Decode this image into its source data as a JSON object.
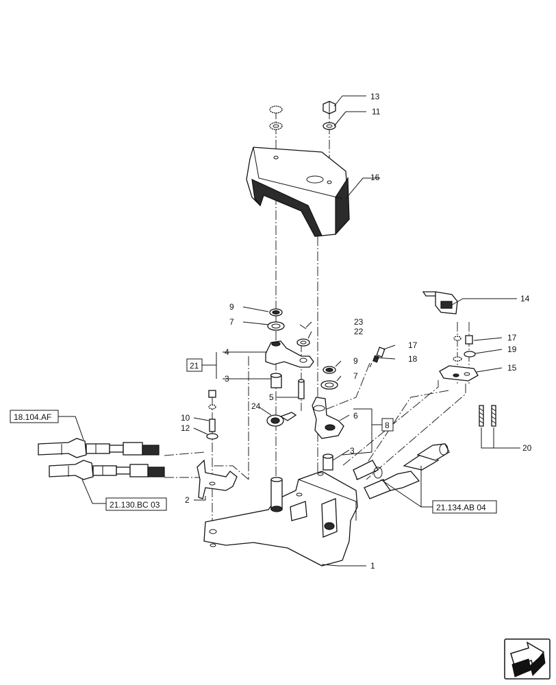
{
  "callouts": {
    "c1": "1",
    "c2": "2",
    "c3a": "3",
    "c3b": "3",
    "c4": "4",
    "c5": "5",
    "c6": "6",
    "c7a": "7",
    "c7b": "7",
    "c9a": "9",
    "c9b": "9",
    "c10": "10",
    "c11": "11",
    "c12": "12",
    "c13": "13",
    "c14": "14",
    "c15": "15",
    "c16": "16",
    "c17a": "17",
    "c17b": "17",
    "c18": "18",
    "c19": "19",
    "c20": "20",
    "c22": "22",
    "c23": "23",
    "c24": "24"
  },
  "group_boxes": {
    "g21": "21",
    "g8": "8"
  },
  "references": {
    "ref_18_104_af": "18.104.AF",
    "ref_21_130_bc_03": "21.130.BC 03",
    "ref_21_134_ab_04": "21.134.AB 04"
  },
  "icons": {
    "navigation": "next-page-arrow-icon"
  }
}
